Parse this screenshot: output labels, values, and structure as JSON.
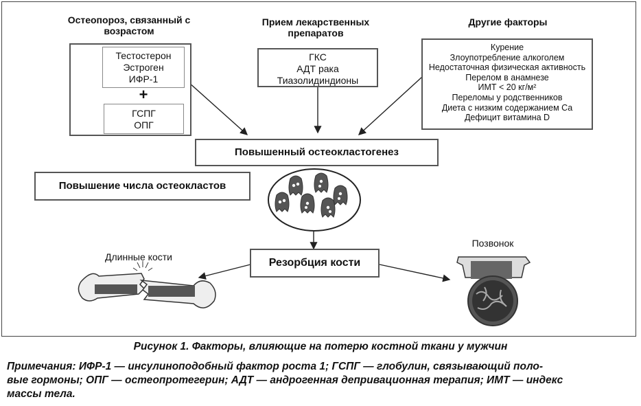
{
  "headers": {
    "left": "Остеопороз, связанный с возрастом",
    "middle": "Прием лекарственных препаратов",
    "right": "Другие факторы"
  },
  "left_group": {
    "decrease_items": [
      "Тестостерон",
      "Эстроген",
      "ИФР-1"
    ],
    "plus": "+",
    "increase_items": [
      "ГСПГ",
      "ОПГ"
    ]
  },
  "drugs": [
    "ГКС",
    "АДТ рака",
    "Тиазолидиндионы"
  ],
  "other_factors": [
    "Курение",
    "Злоупотребление алкоголем",
    "Недостаточная физическая активность",
    "Перелом в анамнезе",
    "ИМТ < 20 кг/м²",
    "Переломы у родственников",
    "Диета с низким содержанием Ca",
    "Дефицит витамина D"
  ],
  "osteoclastogenesis": "Повышенный остеокластогенез",
  "osteoclast_increase": "Повышение числа остеокластов",
  "resorption": "Резорбция кости",
  "long_bones": "Длинные кости",
  "vertebra": "Позвонок",
  "caption": "Рисунок 1. Факторы, влияющие на потерю костной ткани у мужчин",
  "notes_lines": [
    "Примечания: ИФР-1 — инсулиноподобный фактор роста 1; ГСПГ — глобулин, связывающий поло-",
    "вые гормоны; ОПГ — остеопротегерин; АДТ — андрогенная депривационная терапия; ИМТ — индекс",
    "массы тела."
  ]
}
